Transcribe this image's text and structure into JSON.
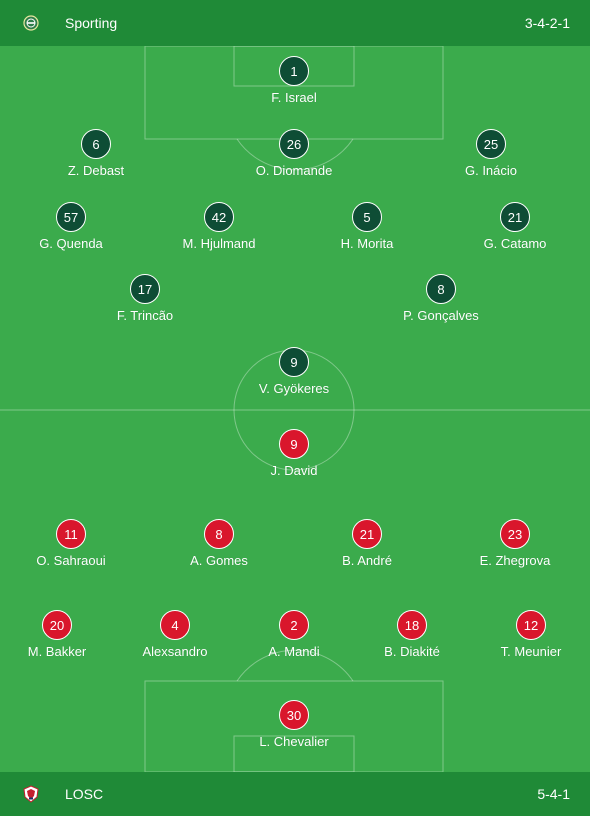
{
  "home_team": {
    "name": "Sporting",
    "formation": "3-4-2-1",
    "logo_icon": "sporting-crest-icon",
    "shirt_color": "#0e4d35",
    "players": [
      {
        "number": "1",
        "name": "F. Israel"
      },
      {
        "number": "6",
        "name": "Z. Debast"
      },
      {
        "number": "26",
        "name": "O. Diomande"
      },
      {
        "number": "25",
        "name": "G. Inácio"
      },
      {
        "number": "57",
        "name": "G. Quenda"
      },
      {
        "number": "42",
        "name": "M. Hjulmand"
      },
      {
        "number": "5",
        "name": "H. Morita"
      },
      {
        "number": "21",
        "name": "G. Catamo"
      },
      {
        "number": "17",
        "name": "F. Trincão"
      },
      {
        "number": "8",
        "name": "P. Gonçalves"
      },
      {
        "number": "9",
        "name": "V. Gyökeres"
      }
    ]
  },
  "away_team": {
    "name": "LOSC",
    "formation": "5-4-1",
    "logo_icon": "losc-crest-icon",
    "shirt_color": "#d9162c",
    "players": [
      {
        "number": "9",
        "name": "J. David"
      },
      {
        "number": "11",
        "name": "O. Sahraoui"
      },
      {
        "number": "8",
        "name": "A. Gomes"
      },
      {
        "number": "21",
        "name": "B. André"
      },
      {
        "number": "23",
        "name": "E. Zhegrova"
      },
      {
        "number": "20",
        "name": "M. Bakker"
      },
      {
        "number": "4",
        "name": "Alexsandro"
      },
      {
        "number": "2",
        "name": "A. Mandi"
      },
      {
        "number": "18",
        "name": "B. Diakité"
      },
      {
        "number": "12",
        "name": "T. Meunier"
      },
      {
        "number": "30",
        "name": "L. Chevalier"
      }
    ]
  },
  "colors": {
    "pitch": "#3bab4c",
    "team_bar": "#1f8a37"
  }
}
